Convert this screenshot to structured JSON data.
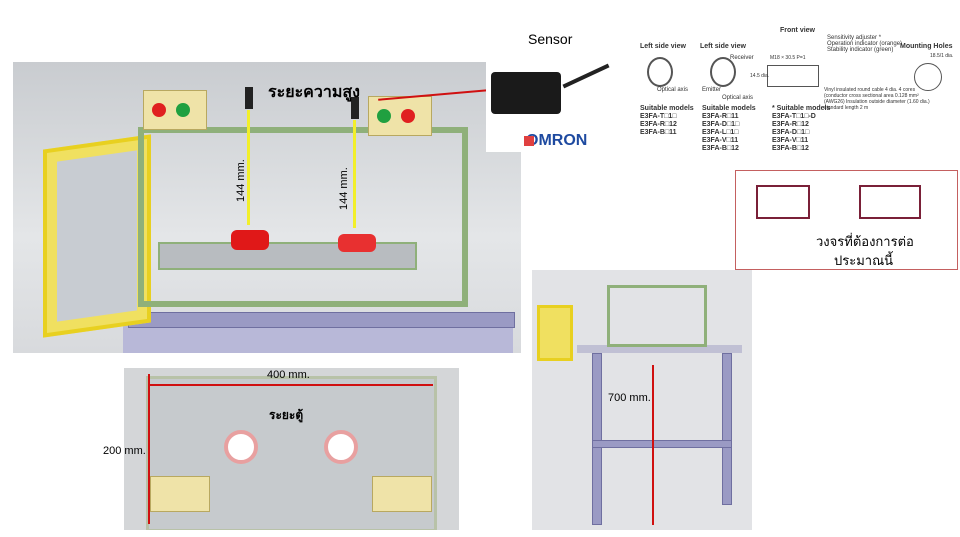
{
  "main_view": {
    "height_label": "ระยะความสูง",
    "left_distance": "144 mm.",
    "right_distance": "144 mm."
  },
  "sensor": {
    "title": "Sensor",
    "brand": "OMRON"
  },
  "datasheet": {
    "views": [
      "Left side view",
      "Left side view",
      "Front view",
      "Mounting Holes"
    ],
    "annotations": [
      "Sensitivity adjuster *",
      "Operation indicator (orange)",
      "Stability indicator (green)",
      "Receiver",
      "Emitter",
      "Optical axis",
      "Optical axis",
      "Vinyl insulated round cable 4 dia. 4 cores (conductor cross sectional area 0.128 mm² (AWG26) Insulation outside diameter (1.60 dia.) standard length 2 m",
      "M18 × 30.5 P=1",
      "14.5 dia.",
      "18.5/1 dia."
    ],
    "models": [
      {
        "title": "Suitable models",
        "items": [
          "E3FA-T□1□",
          "E3FA-R□12",
          "E3FA-B□11"
        ]
      },
      {
        "title": "Suitable models",
        "items": [
          "E3FA-R□11",
          "E3FA-D□1□",
          "E3FA-L□1□",
          "E3FA-V□11",
          "E3FA-B□12"
        ]
      },
      {
        "title": "* Suitable models",
        "items": [
          "E3FA-T□1□-D",
          "E3FA-R□12",
          "E3FA-D□1□",
          "E3FA-V□11",
          "E3FA-B□12"
        ]
      }
    ]
  },
  "sketch": {
    "line1": "วงจรที่ต้องการต่อ",
    "line2": "ประมาณนี้"
  },
  "top_view": {
    "width_label": "400 mm.",
    "depth_label": "200 mm.",
    "cabinet_label": "ระยะตู้"
  },
  "side_view": {
    "height_label": "700 mm."
  },
  "colors": {
    "frame": "#8fb07a",
    "red_arrow": "#d01010",
    "yellow_arrow": "#f2ef2a",
    "panel": "#efe3a8"
  }
}
